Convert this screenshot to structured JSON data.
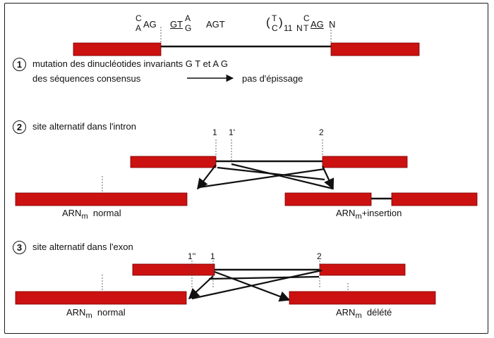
{
  "header_sequence": {
    "c1_top": "C",
    "c1_bottom": "A",
    "ag1": "AG",
    "gt_pre": "GT",
    "gt_top": "A",
    "gt_bottom": "G",
    "agt": "AGT",
    "paren_top": "T",
    "paren_bottom": "C",
    "paren_open": "(",
    "paren_close": ")",
    "eleven": "11",
    "n1": "N",
    "c2_top": "C",
    "c2_bottom": "T",
    "ag2": "AG",
    "n2": "N"
  },
  "section1": {
    "number": "1",
    "line1": "mutation des dinucléotides invariants G T et A G",
    "line2_left": "des séquences consensus",
    "line2_right": "pas d'épissage"
  },
  "section2": {
    "number": "2",
    "title": "site alternatif dans l'intron",
    "site_1": "1",
    "site_1prime": "1'",
    "site_2": "2",
    "result_left_prefix": "ARN",
    "result_left_sub": "m",
    "result_left_suffix": "normal",
    "result_right_prefix": "ARN",
    "result_right_sub": "m",
    "result_right_suffix": "+insertion"
  },
  "section3": {
    "number": "3",
    "title": "site alternatif dans l'exon",
    "site_1second": "1''",
    "site_1": "1",
    "site_2": "2",
    "result_left_prefix": "ARN",
    "result_left_sub": "m",
    "result_left_suffix": "normal",
    "result_right_prefix": "ARN",
    "result_right_sub": "m",
    "result_right_suffix": "délété"
  },
  "colors": {
    "exon": "#cc1111",
    "line": "#111111"
  }
}
